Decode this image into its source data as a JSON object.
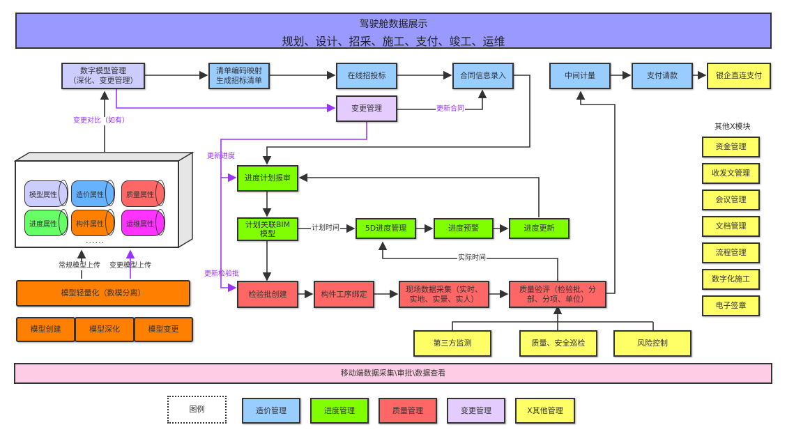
{
  "header": {
    "title": "驾驶舱数据展示",
    "subtitle": "规划、设计、招采、施工、支付、竣工、运维"
  },
  "colors": {
    "cost": "#99ccff",
    "progress": "#80ff00",
    "quality": "#ff6666",
    "change": "#e5ccff",
    "other": "#ffff66",
    "model": "#ff8000",
    "header": "#9999ff",
    "mobile": "#ffcce6",
    "purple_line": "#9933ff"
  },
  "nodes": {
    "digital_model": "数字模型管理\n（深化、变更管理）",
    "bill_mapping": "清单编码映射\n生成招标清单",
    "online_bidding": "在线招投标",
    "contract_entry": "合同信息录入",
    "change_mgmt": "变更管理",
    "interim_measure": "中间计量",
    "payment_request": "支付请款",
    "bank_payment": "银企直连支付",
    "schedule_review": "进度计划报审",
    "plan_bim": "计划关联BIM\n模型",
    "schedule_5d": "5D进度管理",
    "schedule_warning": "进度预警",
    "schedule_update": "进度更新",
    "inspection_create": "检验批创建",
    "component_binding": "构件工序绑定",
    "site_data": "现场数据采集（实时、\n实地、实景、实人）",
    "quality_accept": "质量验评（检验批、分\n部、分项、单位）",
    "third_party": "第三方监测",
    "safety_patrol": "质量、安全巡检",
    "risk_control": "风险控制",
    "model_light": "模型轻量化（数模分离）",
    "model_create": "模型创建",
    "model_deepen": "模型深化",
    "model_change": "模型变更"
  },
  "model_box": {
    "attributes": [
      "模型属性",
      "造价属性",
      "质量属性",
      "进度属性",
      "构件属性",
      "运维属性"
    ],
    "more": "......"
  },
  "edge_labels": {
    "change_compare": "变更对比（如有）",
    "update_contract": "更新合同",
    "update_schedule": "更新进度",
    "plan_time": "计划时间",
    "actual_time": "实际时间",
    "update_inspection": "更新检验批",
    "regular_upload": "常规模型上传",
    "change_upload": "变更模型上传"
  },
  "other_modules": {
    "title": "其他X模块",
    "items": [
      "资金管理",
      "收发文管理",
      "会议管理",
      "文档管理",
      "流程管理",
      "数字化施工",
      "电子签章"
    ]
  },
  "mobile_bar": "移动端数据采集\\审批\\数据查看",
  "legend": {
    "title": "图例",
    "items": [
      "造价管理",
      "进度管理",
      "质量管理",
      "变更管理",
      "X其他管理"
    ]
  }
}
